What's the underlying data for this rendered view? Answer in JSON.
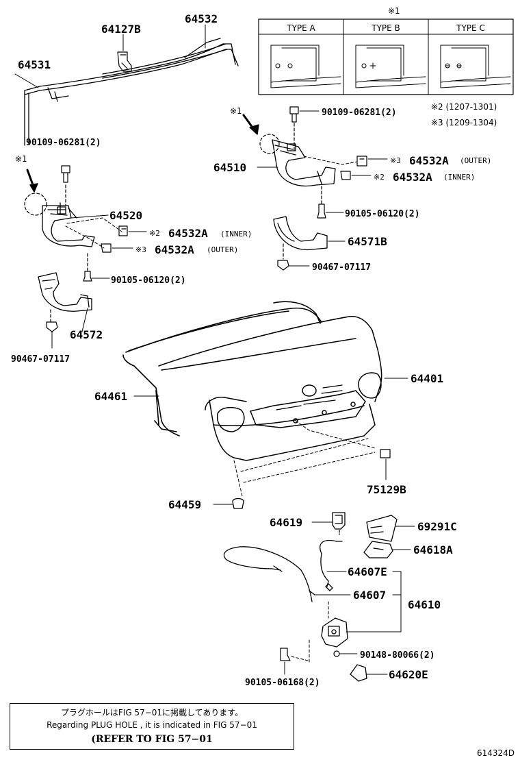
{
  "types_table": {
    "mark": "※1",
    "headers": [
      "TYPE  A",
      "TYPE  B",
      "TYPE  C"
    ]
  },
  "notes": {
    "n2": "※2 (1207-1301)",
    "n3": "※3 (1209-1304)"
  },
  "labels": {
    "l64127B": "64127B",
    "l64532": "64532",
    "l64531": "64531",
    "l90109_left": "90109-06281(2)",
    "l64520": "64520",
    "mark_left": "※1",
    "l64532A_inner_left_prefix": "※2",
    "l64532A_inner_left": "64532A",
    "l64532A_inner_left_suffix": "(INNER)",
    "l64532A_outer_left_prefix": "※3",
    "l64532A_outer_left": "64532A",
    "l64532A_outer_left_suffix": "(OUTER)",
    "l90105_left": "90105-06120(2)",
    "l64572": "64572",
    "l90467_left": "90467-07117",
    "mark_right": "※1",
    "l90109_right": "90109-06281(2)",
    "l64510": "64510",
    "l64532A_outer_right_prefix": "※3",
    "l64532A_outer_right": "64532A",
    "l64532A_outer_right_suffix": "(OUTER)",
    "l64532A_inner_right_prefix": "※2",
    "l64532A_inner_right": "64532A",
    "l64532A_inner_right_suffix": "(INNER)",
    "l90105_right": "90105-06120(2)",
    "l64571B": "64571B",
    "l90467_right": "90467-07117",
    "l64401": "64401",
    "l64461": "64461",
    "l75129B": "75129B",
    "l64459": "64459",
    "l64619": "64619",
    "l69291C": "69291C",
    "l64618A": "64618A",
    "l64607E": "64607E",
    "l64607": "64607",
    "l64610": "64610",
    "l90148": "90148-80066(2)",
    "l90105_bottom": "90105-06168(2)",
    "l64620E": "64620E"
  },
  "note_box": {
    "line1": "プラグホールはFIG  57−01に掲載してあります。",
    "line2": "Regarding  PLUG  HOLE , it is indicated in  FIG  57−01",
    "line3": "(REFER  TO  FIG  57−01"
  },
  "figure_id": "614324D"
}
